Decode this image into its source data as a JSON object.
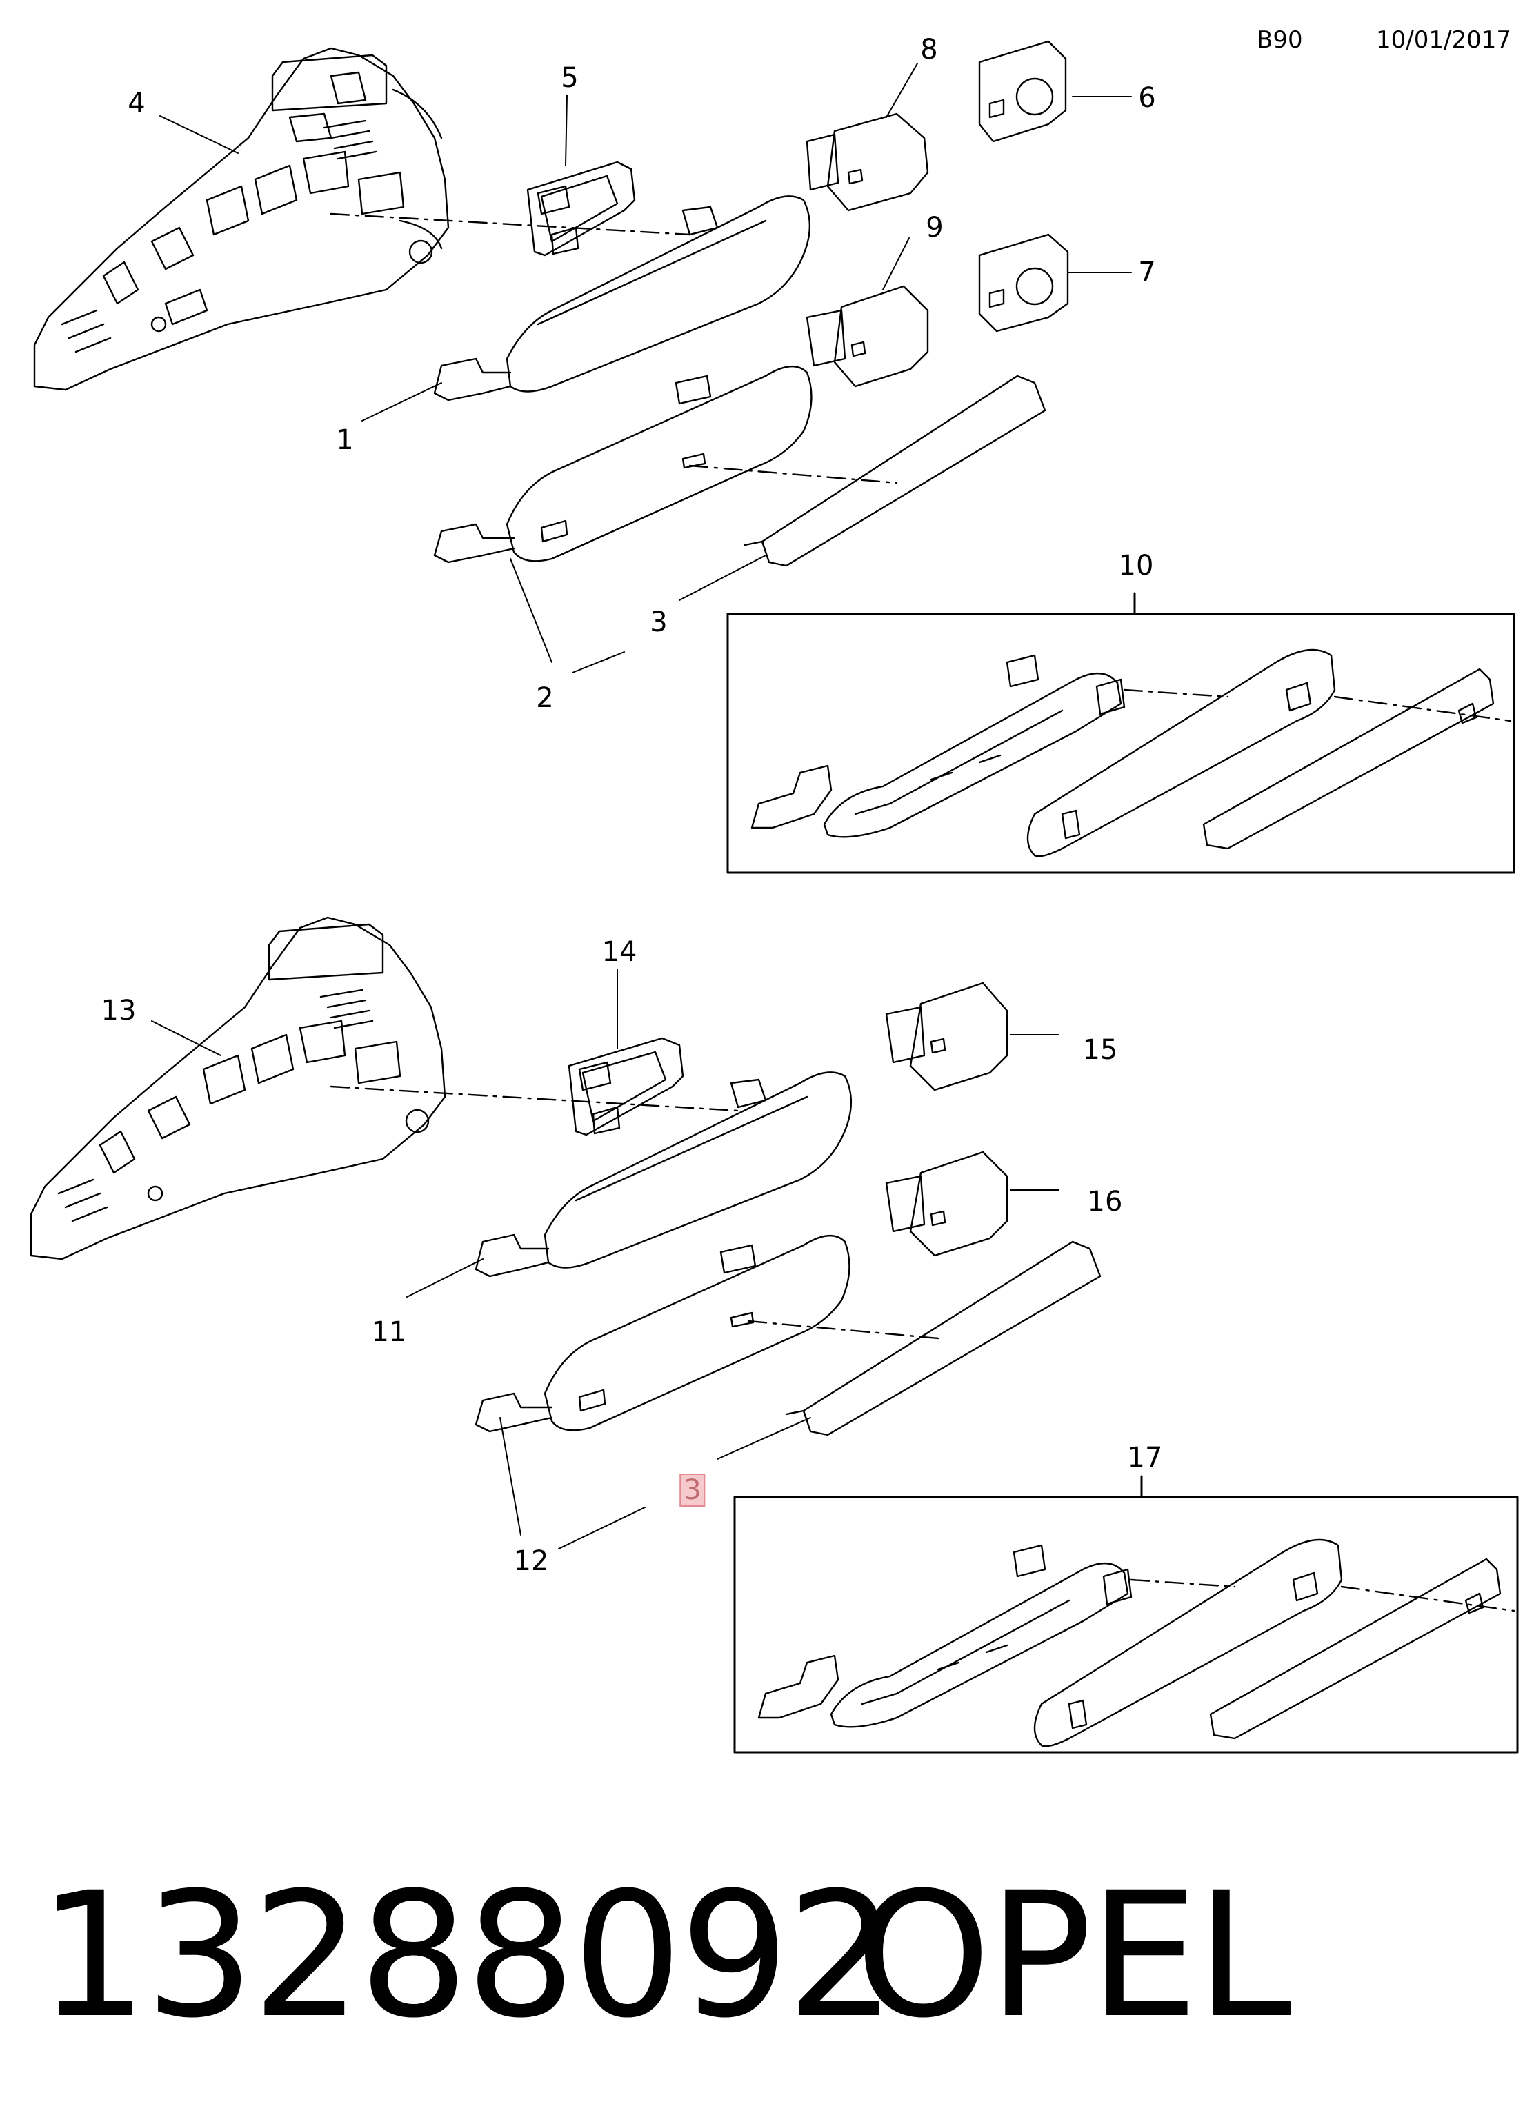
{
  "header": {
    "code": "B90",
    "date": "10/01/2017"
  },
  "callouts": [
    "1",
    "2",
    "3",
    "4",
    "5",
    "6",
    "7",
    "8",
    "9",
    "10",
    "11",
    "12",
    "3",
    "13",
    "14",
    "15",
    "16",
    "17"
  ],
  "highlighted_callout": "3",
  "footer": {
    "part_number": "13288092",
    "brand": "OPEL"
  },
  "colors": {
    "line": "#000000",
    "highlight_fill": "#f6c9cc",
    "highlight_border": "#e58a91"
  }
}
